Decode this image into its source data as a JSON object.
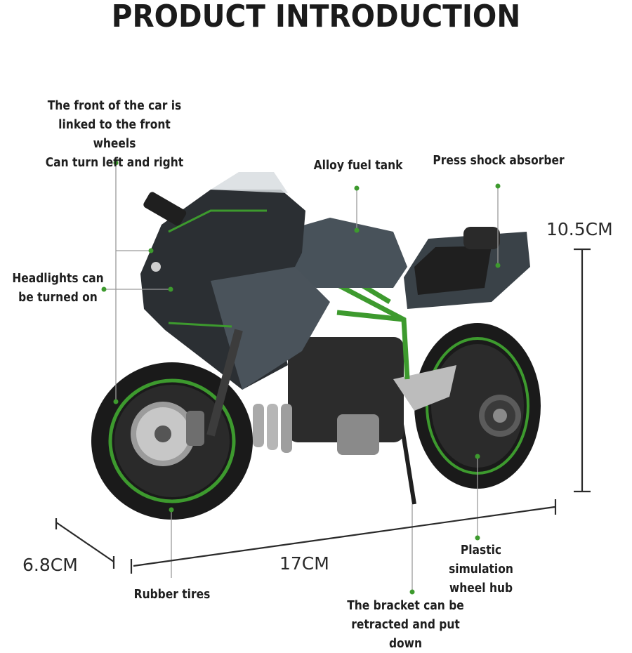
{
  "title": "PRODUCT INTRODUCTION",
  "callouts": {
    "front_linked": "The front of the car is\nlinked to the front wheels\nCan turn left and right",
    "fuel_tank": "Alloy fuel tank",
    "shock_absorber": "Press shock absorber",
    "headlights": "Headlights can\nbe turned on",
    "rubber_tires": "Rubber tires",
    "wheel_hub": "Plastic simulation\nwheel hub",
    "bracket": "The bracket can be\nretracted and put down"
  },
  "dimensions": {
    "height": "10.5CM",
    "length": "17CM",
    "width": "6.8CM"
  },
  "colors": {
    "accent_green": "#3d9a2e",
    "body_dark": "#3a4248",
    "tire_black": "#1a1a1a"
  }
}
